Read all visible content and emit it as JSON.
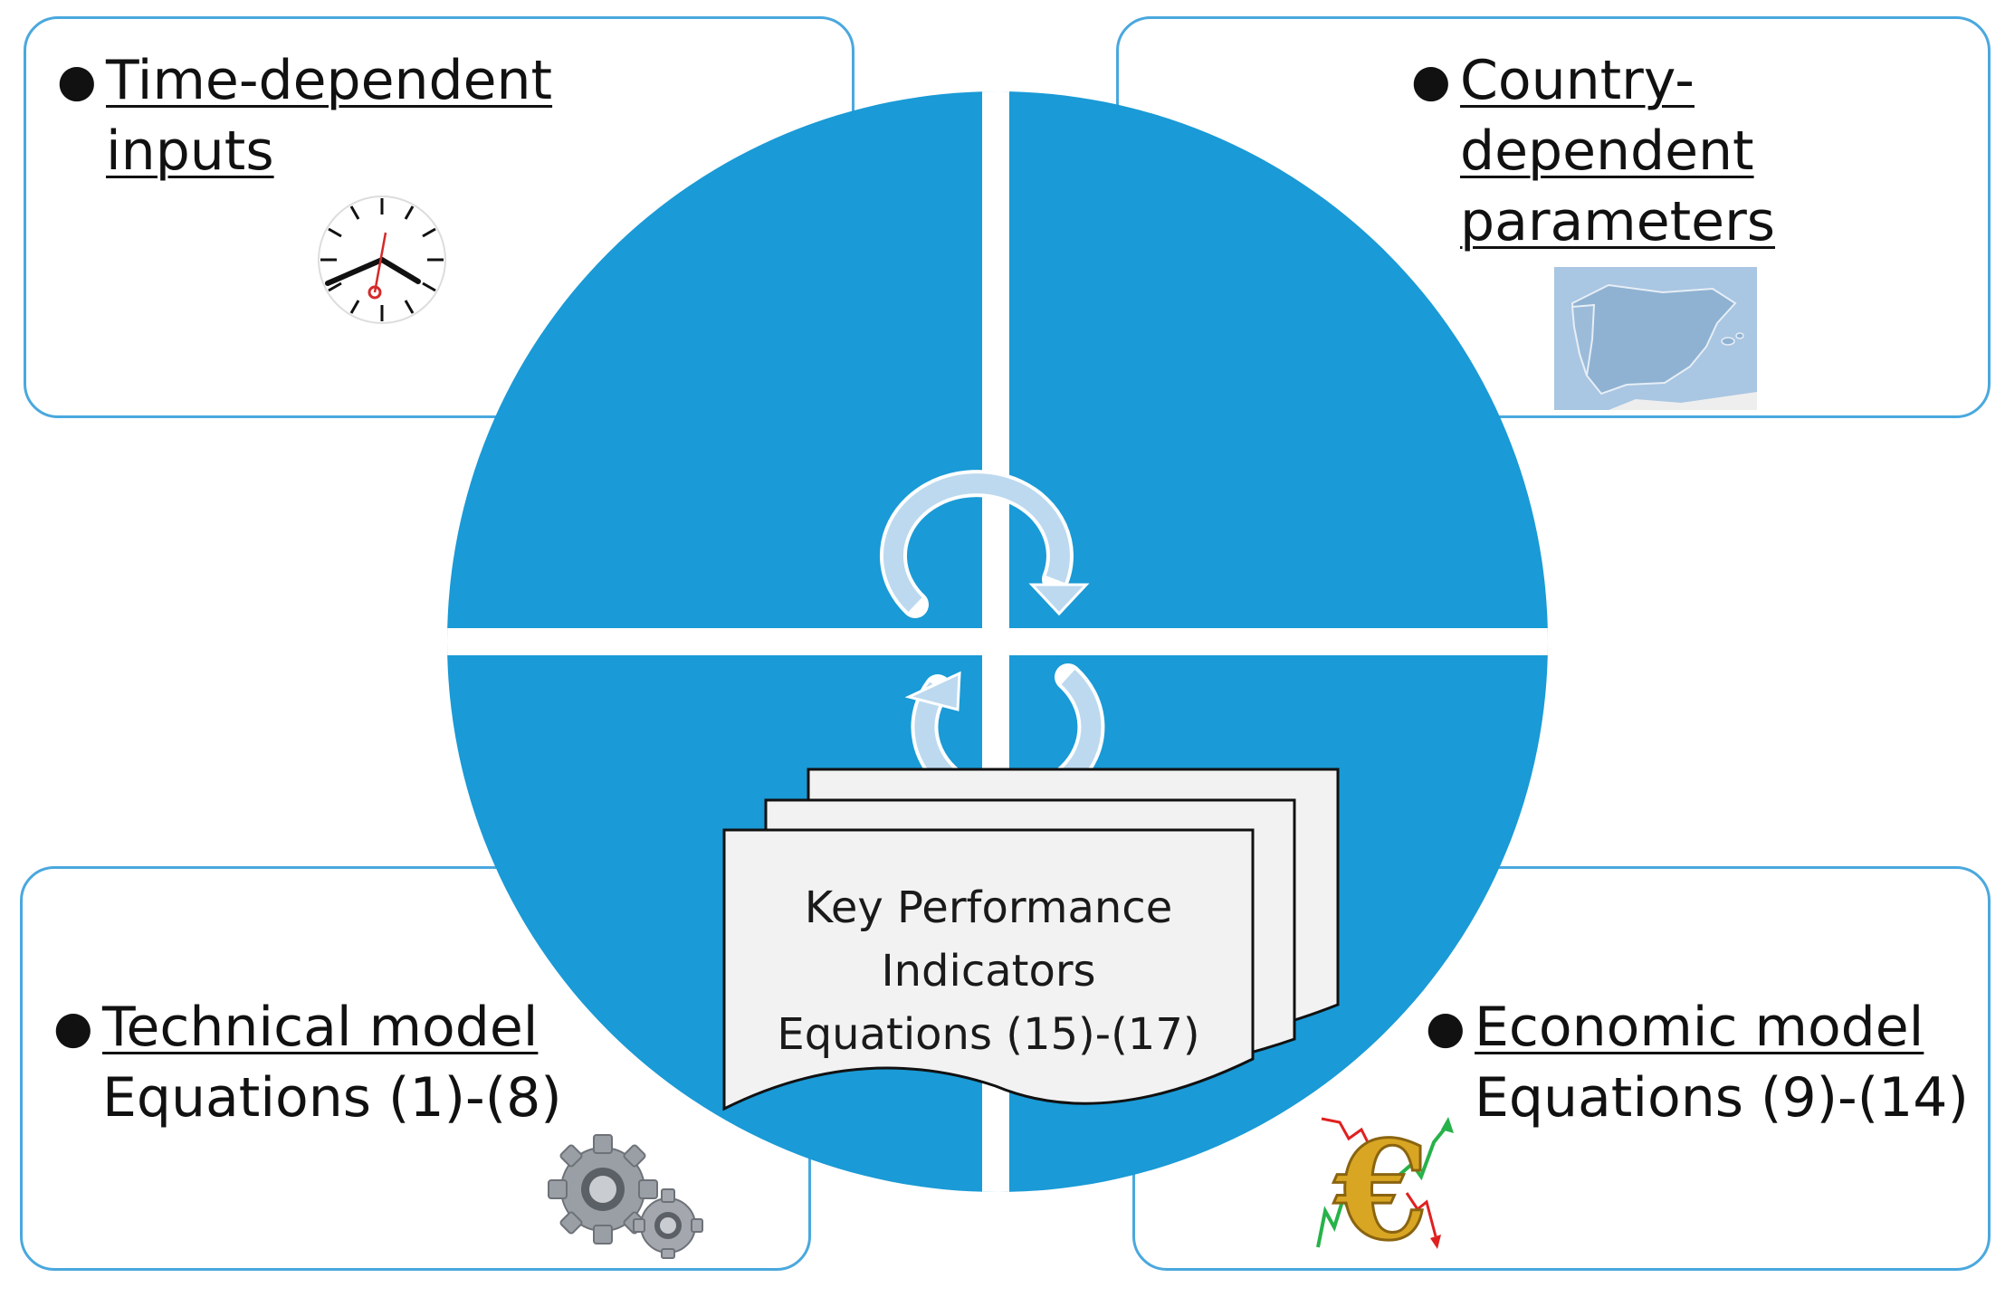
{
  "quadrants": {
    "top_left": {
      "line1": "Time-dependent",
      "line2": "inputs",
      "icon": "clock-icon"
    },
    "top_right": {
      "line1": "Country-",
      "line2": "dependent",
      "line3": "parameters",
      "icon": "iberia-map-icon"
    },
    "bottom_left": {
      "title": "Technical model",
      "subtitle": "Equations (1)-(8)",
      "icon": "gears-icon"
    },
    "bottom_right": {
      "title": "Economic model",
      "subtitle": "Equations (9)-(14)",
      "icon": "euro-chart-icon"
    }
  },
  "center": {
    "kpi_line1": "Key Performance",
    "kpi_line2": "Indicators",
    "kpi_line3": "Equations (15)-(17)"
  },
  "colors": {
    "circle": "#1a9ad6",
    "box_border": "#4aa8de",
    "cycle_arrow": "#bcd9ef"
  }
}
